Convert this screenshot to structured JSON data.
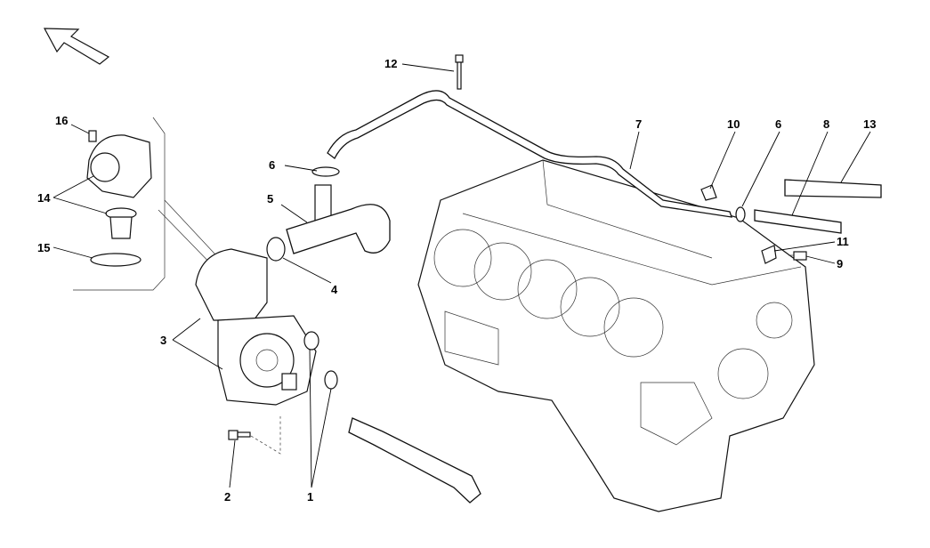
{
  "callouts": {
    "c1": "1",
    "c2": "2",
    "c3": "3",
    "c4": "4",
    "c5": "5",
    "c6a": "6",
    "c6b": "6",
    "c7": "7",
    "c8": "8",
    "c9": "9",
    "c10": "10",
    "c11": "11",
    "c12": "12",
    "c13": "13",
    "c14": "14",
    "c15": "15",
    "c16": "16"
  },
  "icons": {
    "orientation": "direction-arrow-icon"
  }
}
